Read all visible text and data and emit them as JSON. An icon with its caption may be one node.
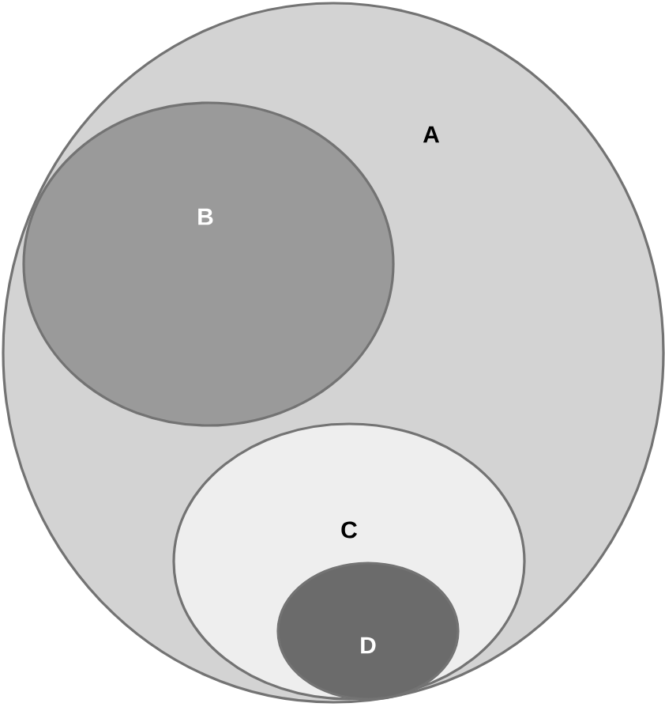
{
  "diagram": {
    "nodes": [
      {
        "text": [
          "A"
        ]
      },
      {
        "text": [
          "B"
        ],
        "in": 0
      },
      {
        "text": [
          "C"
        ],
        "in": 0
      },
      {
        "text": [
          "D"
        ],
        "in": 2
      }
    ]
  }
}
